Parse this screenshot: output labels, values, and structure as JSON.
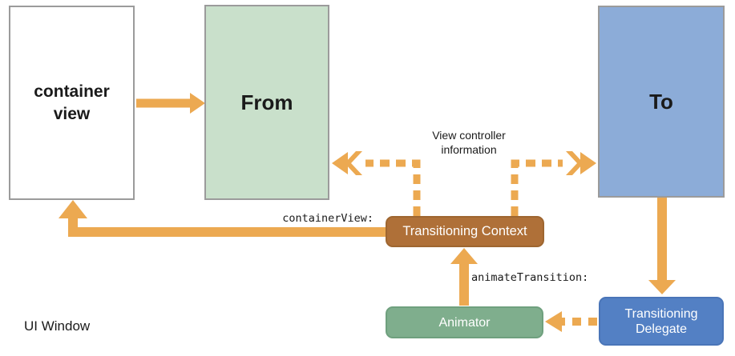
{
  "diagram": {
    "boxes": {
      "container_view": {
        "line1": "container",
        "line2": "view"
      },
      "from": {
        "label": "From"
      },
      "to": {
        "label": "To"
      },
      "transitioning_context": {
        "label": "Transitioning Context"
      },
      "animator": {
        "label": "Animator"
      },
      "transitioning_delegate": {
        "line1": "Transitioning",
        "line2": "Delegate"
      }
    },
    "labels": {
      "view_controller_info_line1": "View controller",
      "view_controller_info_line2": "information",
      "container_view_method": "containerView:",
      "animate_transition_method": "animateTransition:",
      "window_label": "UI Window"
    },
    "colors": {
      "arrow": "#ECA951",
      "from_fill": "#C9E0CB",
      "to_fill": "#8CACD8",
      "context_fill": "#AF7038",
      "context_border": "#9E6630",
      "animator_fill": "#7FAE8D",
      "animator_border": "#6FA07E",
      "delegate_fill": "#5380C4",
      "delegate_border": "#4A75B8",
      "box_border": "#9B9B9B",
      "container_fill": "#FFFFFF",
      "text": "#1A1A1A",
      "box_text": "#FFFFFF"
    }
  }
}
